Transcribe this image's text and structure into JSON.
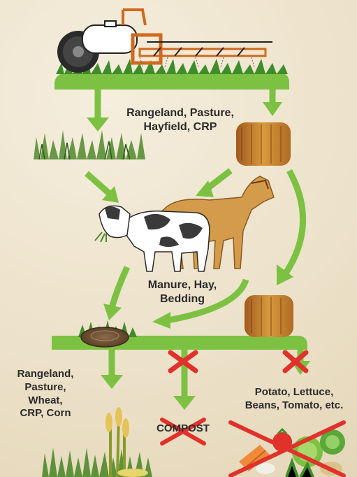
{
  "labels": {
    "rangeland_top_1": "Rangeland, Pasture,",
    "rangeland_top_2": "Hayfield, CRP",
    "manure_1": "Manure, Hay,",
    "manure_2": "Bedding",
    "crops_left_1": "Rangeland,",
    "crops_left_2": "Pasture,",
    "crops_left_3": "Wheat,",
    "crops_left_4": "CRP, Corn",
    "crops_right_1": "Potato, Lettuce,",
    "crops_right_2": "Beans, Tomato, etc.",
    "compost": "COMPOST"
  },
  "colors": {
    "arrow_green": "#7cc142",
    "cross_red": "#e0312b"
  },
  "icons": [
    "sprayer-icon",
    "grass-icon",
    "hay-bale-icon",
    "cow-icon",
    "horse-icon",
    "manure-pile-icon",
    "corn-icon",
    "vegetables-icon"
  ]
}
